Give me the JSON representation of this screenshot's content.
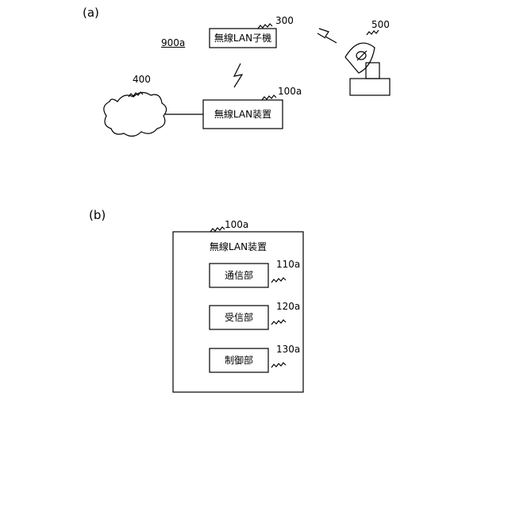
{
  "figure_a": {
    "label": "(a)",
    "system_ref": "900a",
    "slave": {
      "text": "無線LAN子機",
      "ref": "300"
    },
    "device": {
      "text": "無線LAN装置",
      "ref": "100a"
    },
    "network": {
      "ref": "400"
    },
    "dish": {
      "ref": "500"
    }
  },
  "figure_b": {
    "label": "(b)",
    "outer_ref": "100a",
    "outer_title": "無線LAN装置",
    "units": [
      {
        "text": "通信部",
        "ref": "110a"
      },
      {
        "text": "受信部",
        "ref": "120a"
      },
      {
        "text": "制御部",
        "ref": "130a"
      }
    ]
  }
}
